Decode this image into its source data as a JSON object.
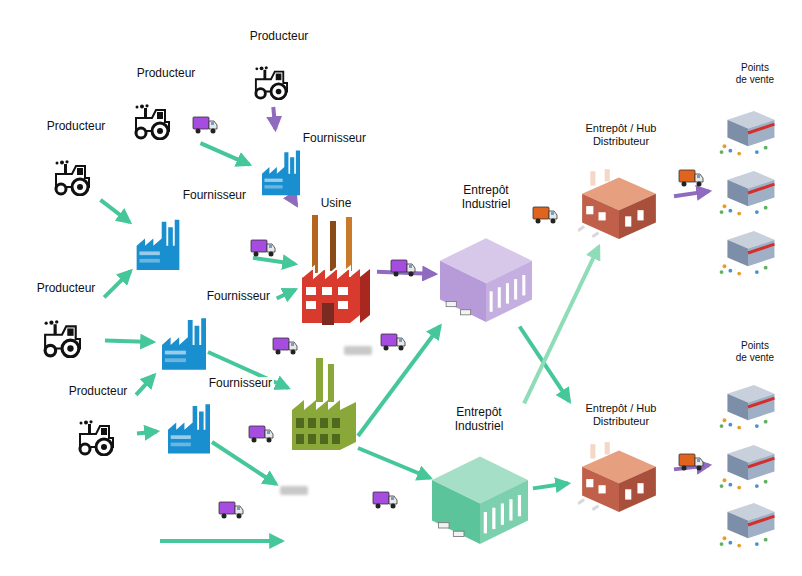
{
  "diagram": {
    "nodes": [
      {
        "text": [
          "Producteur"
        ]
      },
      {
        "text": [
          "Producteur"
        ]
      },
      {
        "text": [
          "Points de vente"
        ]
      },
      {
        "text": [
          "Producteur"
        ]
      },
      {
        "text": [
          "Entrepôt / Hub Distributeur"
        ]
      },
      {
        "text": [
          "Fournisseur"
        ]
      },
      {
        "text": [
          "Fournisseur"
        ]
      },
      {
        "text": [
          "Usine"
        ]
      },
      {
        "text": [
          "Entrepôt Industriel"
        ]
      },
      {
        "text": [
          "Producteur"
        ]
      },
      {
        "text": [
          "Fournisseur"
        ]
      },
      {
        "text": [
          "Points de vente"
        ]
      },
      {
        "text": [
          "Fournisseur"
        ]
      },
      {
        "text": [
          "Producteur"
        ]
      },
      {
        "text": [
          "Entrepôt / Hub Distributeur"
        ]
      },
      {
        "text": [
          "Entrepôt Industriel"
        ]
      }
    ],
    "edges": [
      {
        "from": 1,
        "to": 5,
        "arrow": "to"
      },
      {
        "from": 0,
        "to": 5,
        "arrow": "to"
      },
      {
        "from": 3,
        "to": 6,
        "arrow": "to"
      },
      {
        "from": 9,
        "to": 6,
        "arrow": "to"
      },
      {
        "from": 9,
        "to": 10,
        "arrow": "to"
      },
      {
        "from": 13,
        "to": 10,
        "arrow": "to"
      },
      {
        "from": 13,
        "to": 12,
        "arrow": "to"
      },
      {
        "from": 6,
        "to": 7,
        "arrow": "to"
      },
      {
        "from": 5,
        "to": 7,
        "arrow": "to"
      },
      {
        "from": 10,
        "to": 7,
        "arrow": "to"
      },
      {
        "from": 7,
        "to": 8,
        "arrow": "to"
      },
      {
        "from": 8,
        "to": 14,
        "arrow": "to"
      },
      {
        "from": 15,
        "to": 4,
        "arrow": "to"
      },
      {
        "from": 15,
        "to": 14,
        "arrow": "to"
      },
      {
        "from": 4,
        "to": 2,
        "arrow": "to"
      },
      {
        "from": 14,
        "to": 11,
        "arrow": "to"
      }
    ]
  }
}
